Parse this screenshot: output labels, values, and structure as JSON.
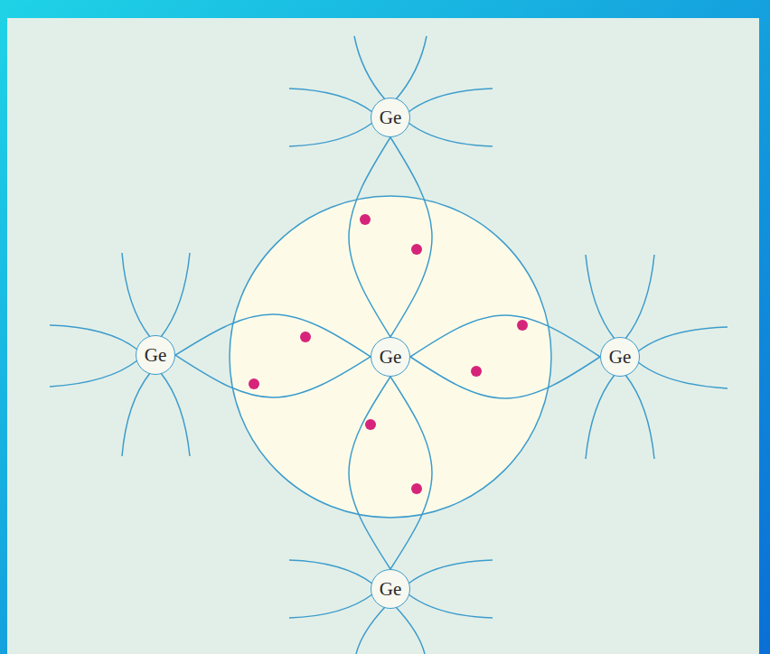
{
  "diagram": {
    "nodes": [
      {
        "text": [
          "Ge"
        ]
      },
      {
        "text": [
          "Ge"
        ]
      },
      {
        "text": [
          "Ge"
        ]
      },
      {
        "text": [
          "Ge"
        ]
      },
      {
        "text": [
          "Ge"
        ]
      }
    ],
    "edges": [
      {
        "from": 2,
        "to": 0,
        "arrow": "none"
      },
      {
        "from": 2,
        "to": 1,
        "arrow": "none"
      },
      {
        "from": 2,
        "to": 3,
        "arrow": "none"
      },
      {
        "from": 2,
        "to": 4,
        "arrow": "none"
      }
    ]
  }
}
